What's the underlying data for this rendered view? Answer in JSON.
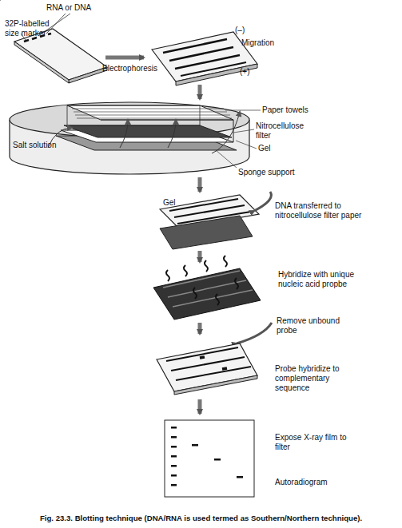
{
  "diagram": {
    "caption": "Fig. 23.3. Blotting technique (DNA/RNA is used termed as Southern/Northern technique).",
    "labels": [
      "RNA or DNA",
      "32P-labelled size marker",
      "Electrophoresis",
      "(–)",
      "Migration",
      "(+)",
      "Paper towels",
      "Nitrocellulose filter",
      "Gel",
      "Salt solution",
      "Sponge support",
      "Gel",
      "DNA transferred to nitrocellulose filter paper",
      "Hybridize with unique nucleic acid propbe",
      "Remove unbound probe",
      "Probe hybridize to complementary sequence",
      "Expose X-ray film to filter",
      "Autoradiogram"
    ]
  }
}
